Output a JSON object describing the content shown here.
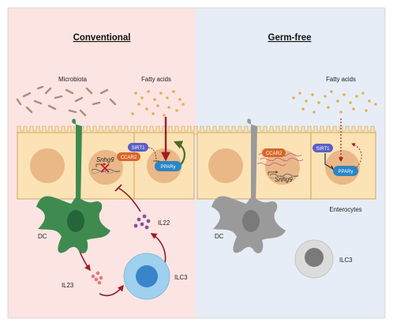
{
  "panels": {
    "left": {
      "title": "Conventional",
      "bg": "#fbe4e2"
    },
    "right": {
      "title": "Germ-free",
      "bg": "#e6edf6"
    }
  },
  "labels": {
    "microbiota": "Microbiota",
    "fatty_acids_left": "Fatty acids",
    "fatty_acids_right": "Fatty acids",
    "sirt1_left": "SIRT1",
    "ccar2_left": "CCAR2",
    "sirt1_right": "SIRT1",
    "ccar2_right": "CCAR2",
    "ppar_left": "PPARγ",
    "ppar_right": "PPARγ",
    "gene_left": "Snhg9",
    "gene_right": "Snhg9",
    "il22": "IL22",
    "il23": "IL23",
    "dc_left": "DC",
    "dc_right": "DC",
    "ilc3_left": "ILC3",
    "ilc3_right": "ILC3",
    "enterocytes": "Enterocytes"
  },
  "colors": {
    "cell": "#fbe3b6",
    "cell_border": "#c59a45",
    "nucleus": "#e9b886",
    "dc_green": "#3f8a4e",
    "dc_gray": "#9a9a9a",
    "ilc3_blue": "#9fd0ee",
    "ilc3_core": "#3a84c9",
    "fatty_acid": "#e3b14d",
    "arrow_red": "#a31d24",
    "arrow_green": "#4d6a25",
    "sirt1": "#5b5fc7",
    "ccar2": "#d9672b",
    "ppar": "#2a86c4",
    "il22_dot": "#8a4f9e",
    "il23_dot": "#e07a7a",
    "microbe": "#b18a7d"
  }
}
